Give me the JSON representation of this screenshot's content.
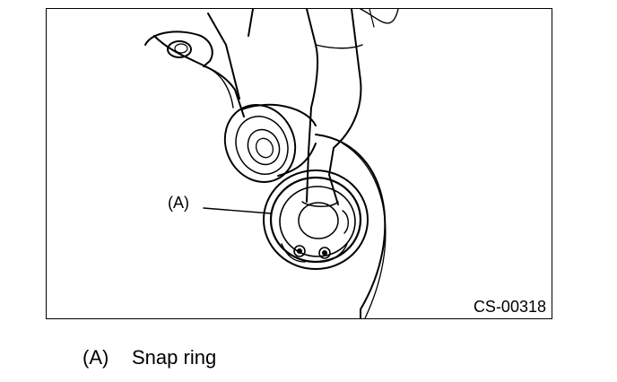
{
  "figure": {
    "callout_label": "(A)",
    "code": "CS-00318"
  },
  "legend": {
    "marker": "(A)",
    "text": "Snap ring"
  }
}
